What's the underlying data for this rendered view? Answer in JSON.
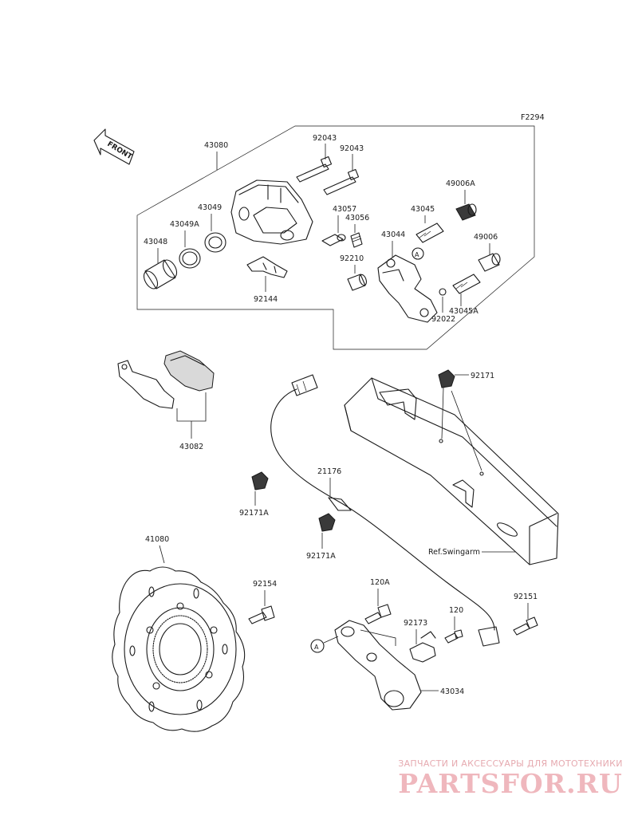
{
  "diagram": {
    "figure_code": "F2294",
    "front_label": "FRONT",
    "part_labels": {
      "p43080": "43080",
      "p92043a": "92043",
      "p92043b": "92043",
      "p43049": "43049",
      "p43049A": "43049A",
      "p43048": "43048",
      "p43057": "43057",
      "p43056": "43056",
      "p43045": "43045",
      "p49006A": "49006A",
      "p43044": "43044",
      "p49006": "49006",
      "p92210": "92210",
      "p92144": "92144",
      "p43045A": "43045A",
      "p92022": "92022",
      "p92171": "92171",
      "p43082": "43082",
      "p21176": "21176",
      "p92171A_1": "92171A",
      "p92171A_2": "92171A",
      "p41080": "41080",
      "p92154": "92154",
      "p120A": "120A",
      "p92173": "92173",
      "p120": "120",
      "p92151": "92151",
      "p43034": "43034"
    },
    "ref_label": "Ref.Swingarm",
    "ref_marker": "A"
  },
  "watermark": {
    "top_text": "ЗАПЧАСТИ И АКСЕССУАРЫ ДЛЯ МОТОТЕХНИКИ",
    "logo_text": "PARTSFOR.RU"
  }
}
